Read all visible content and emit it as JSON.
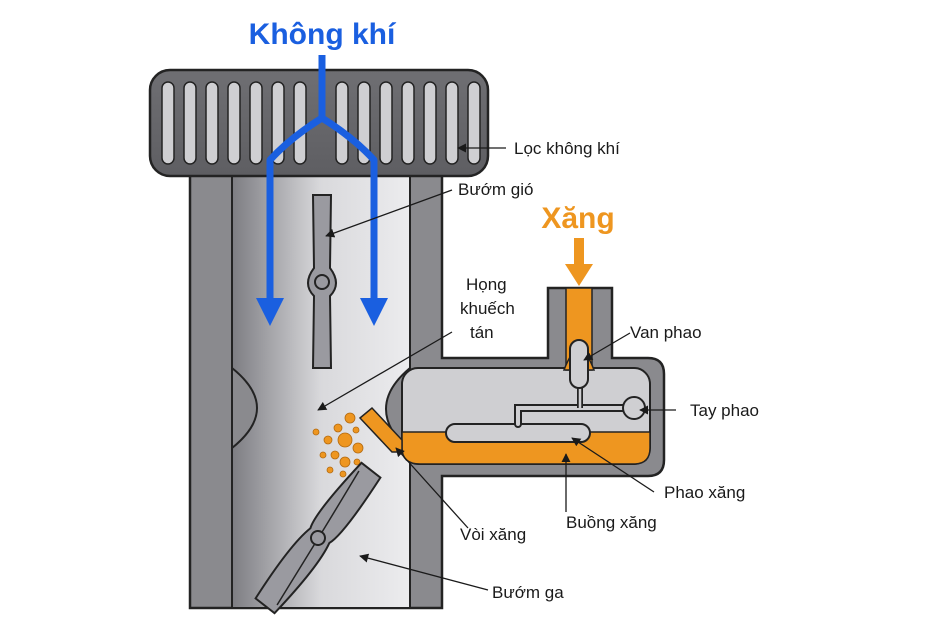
{
  "titles": {
    "air": "Không khí",
    "fuel": "Xăng"
  },
  "labels": {
    "air_filter": "Lọc không khí",
    "choke": "Bướm gió",
    "venturi_1": "Họng",
    "venturi_2": "khuếch",
    "venturi_3": "tán",
    "float_valve": "Van phao",
    "float_arm": "Tay phao",
    "float": "Phao xăng",
    "float_chamber": "Buồng xăng",
    "jet": "Vòi xăng",
    "throttle": "Bướm ga"
  },
  "colors": {
    "air": "#1a5fe0",
    "fuel": "#ee9620",
    "body": "#8a8a8e",
    "outline": "#232323",
    "text": "#1a1a1a"
  }
}
